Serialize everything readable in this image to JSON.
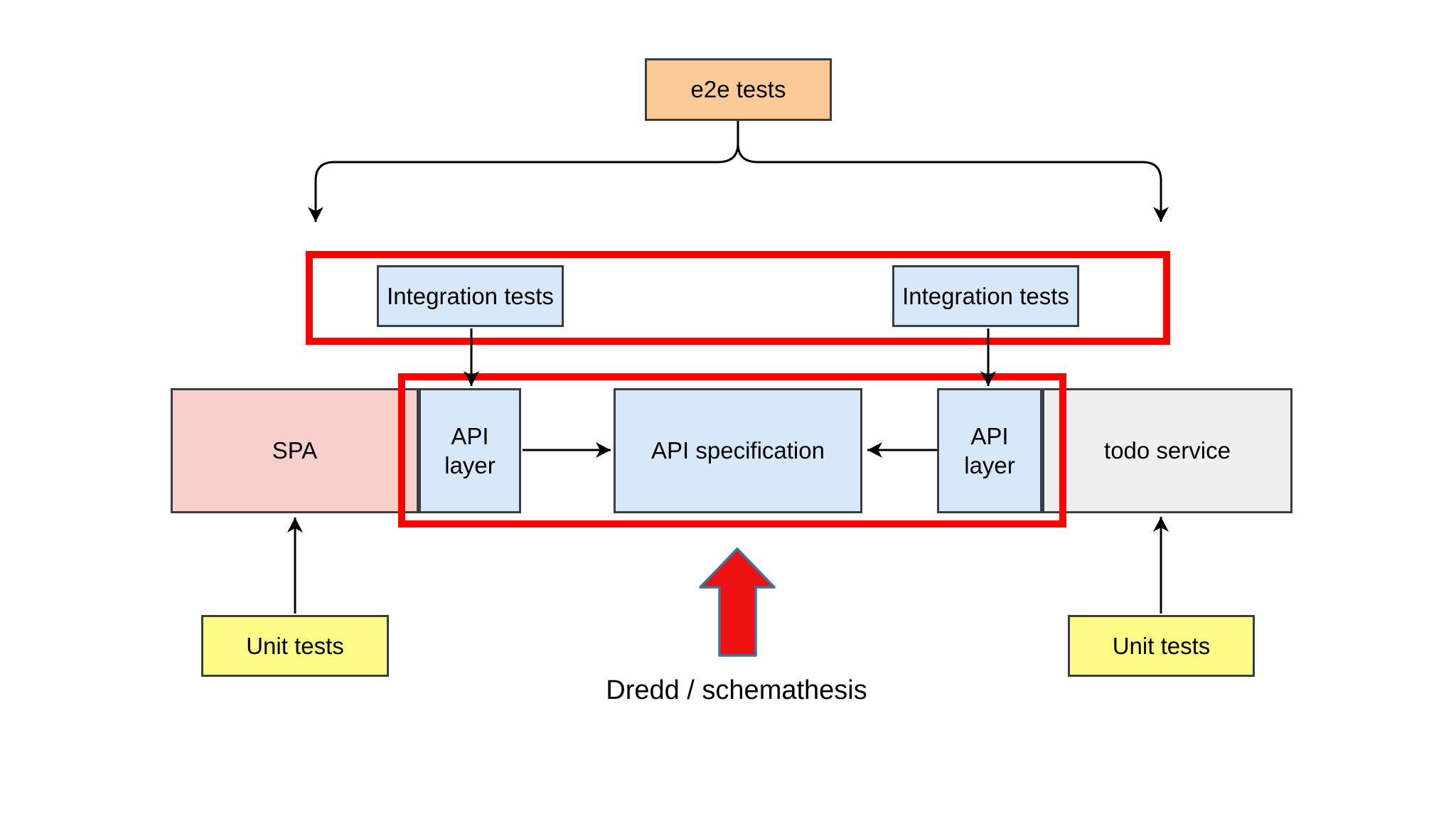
{
  "diagram": {
    "nodes": {
      "e2e_tests": {
        "label": "e2e tests",
        "fill": "#fbca97"
      },
      "integration_tests_left": {
        "label": "Integration tests",
        "fill": "#d7e8fb"
      },
      "integration_tests_right": {
        "label": "Integration tests",
        "fill": "#d7e8fb"
      },
      "spa": {
        "label": "SPA",
        "fill": "#f9cfcc"
      },
      "api_layer_left": {
        "label": "API layer",
        "fill": "#d7e8fb"
      },
      "api_specification": {
        "label": "API specification",
        "fill": "#d7e8fb"
      },
      "api_layer_right": {
        "label": "API layer",
        "fill": "#d7e8fb"
      },
      "todo_service": {
        "label": "todo service",
        "fill": "#efefef"
      },
      "unit_tests_left": {
        "label": "Unit tests",
        "fill": "#fcfd87"
      },
      "unit_tests_right": {
        "label": "Unit tests",
        "fill": "#fcfd87"
      }
    },
    "annotation": {
      "label": "Dredd / schemathesis",
      "color": "#000000"
    },
    "colors": {
      "background": "#ffffff",
      "edge": "#000000",
      "node_border": "#3a3e42",
      "highlight_border": "#ff0000",
      "block_arrow_fill": "#ee1111",
      "block_arrow_border": "#41719c"
    }
  }
}
